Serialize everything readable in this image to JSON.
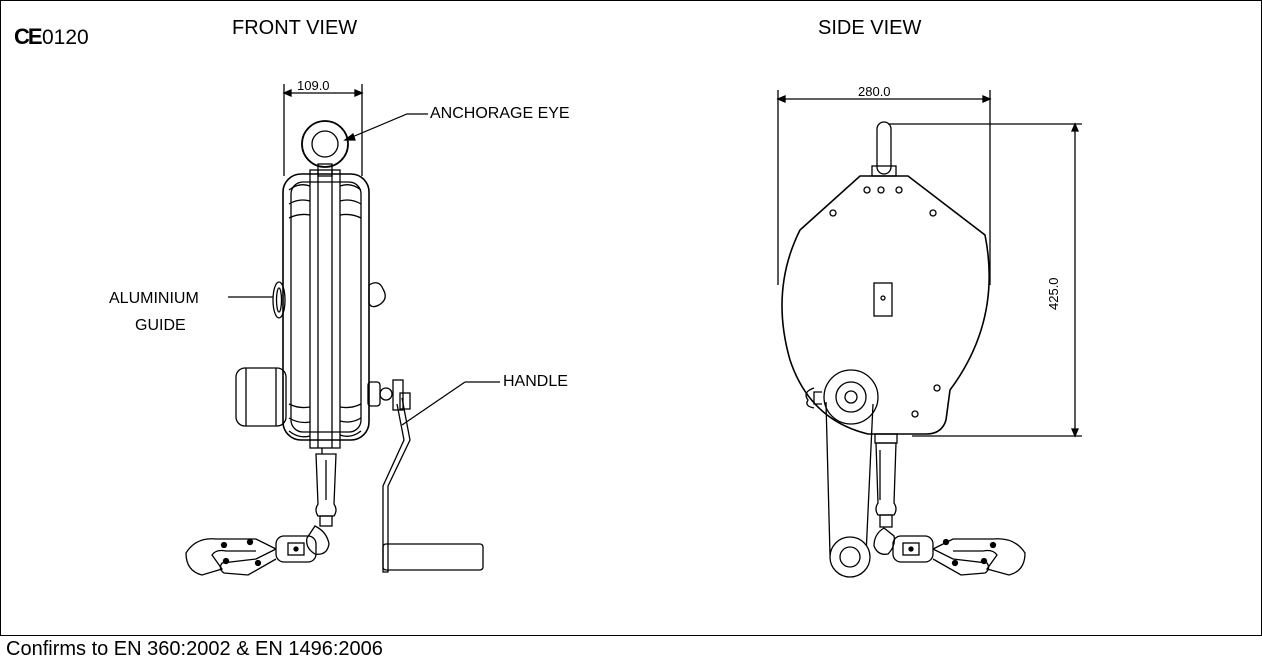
{
  "header": {
    "ce_mark": "CE",
    "cert_number": "0120",
    "front_view_title": "FRONT VIEW",
    "side_view_title": "SIDE VIEW"
  },
  "front_view": {
    "width_dimension": "109.0",
    "callouts": {
      "anchorage_eye": "ANCHORAGE EYE",
      "aluminium_guide_line1": "ALUMINIUM",
      "aluminium_guide_line2": "GUIDE",
      "handle": "HANDLE"
    }
  },
  "side_view": {
    "width_dimension": "280.0",
    "height_dimension": "425.0"
  },
  "footer": {
    "conformity_text": "Confirms to EN 360:2002 & EN 1496:2006"
  }
}
